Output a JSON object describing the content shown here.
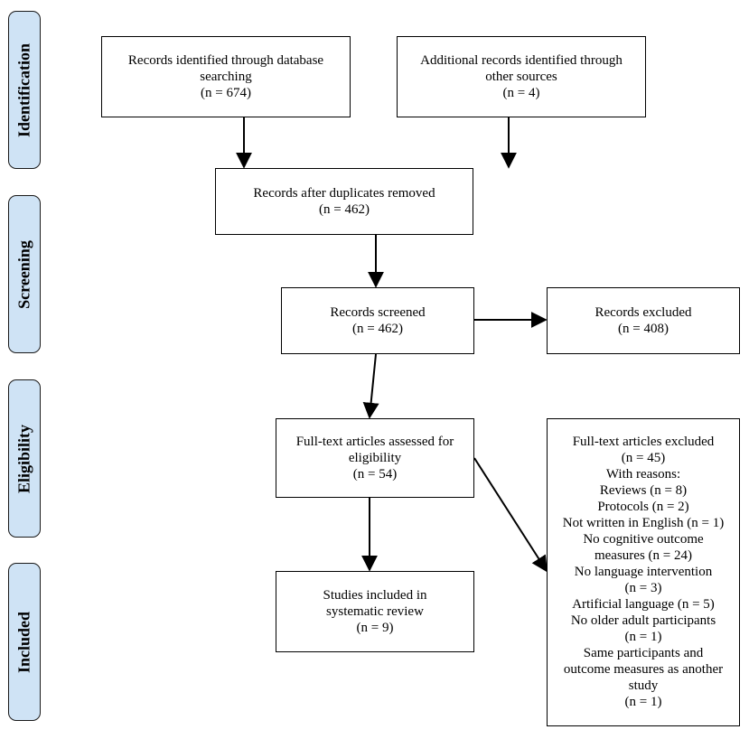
{
  "phases": {
    "identification": "Identification",
    "screening": "Screening",
    "eligibility": "Eligibility",
    "included": "Included"
  },
  "boxes": {
    "db_search": [
      "Records identified through database",
      "searching",
      "(n = 674)"
    ],
    "other_sources": [
      "Additional records identified through",
      "other sources",
      "(n = 4)"
    ],
    "duplicates_removed": [
      "Records after duplicates removed",
      "(n = 462)"
    ],
    "screened": [
      "Records screened",
      "(n = 462)"
    ],
    "excluded": [
      "Records excluded",
      "(n = 408)"
    ],
    "fulltext_assessed": [
      "Full-text articles assessed for",
      "eligibility",
      "(n = 54)"
    ],
    "fulltext_excluded": [
      "Full-text articles excluded",
      "(n = 45)",
      "With reasons:",
      "Reviews (n = 8)",
      "Protocols (n = 2)",
      "Not written in English (n = 1)",
      "No cognitive outcome",
      "measures (n = 24)",
      "No language intervention",
      "(n = 3)",
      "Artificial language (n = 5)",
      "No older adult participants",
      "(n = 1)",
      "Same participants and",
      "outcome measures as another",
      "study",
      "(n = 1)"
    ],
    "included": [
      "Studies included in",
      "systematic review",
      "(n = 9)"
    ]
  }
}
